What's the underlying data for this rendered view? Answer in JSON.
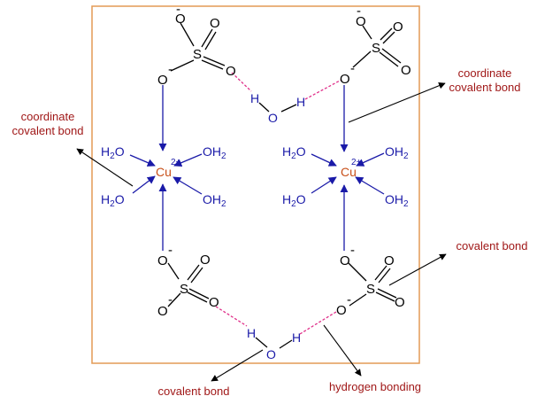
{
  "atoms": {
    "O": "O",
    "S": "S",
    "H": "H",
    "Cu": "Cu",
    "minus": "-",
    "cu_charge": "2+",
    "water_H": "H",
    "water_sub": "2",
    "water_O": "O"
  },
  "labels": {
    "coord_left_1": "coordinate",
    "coord_left_2": "covalent bond",
    "coord_right_1": "coordinate",
    "coord_right_2": "covalent bond",
    "covalent_right": "covalent bond",
    "covalent_bottom": "covalent bond",
    "hydrogen_bonding": "hydrogen bonding"
  },
  "colors": {
    "frame": "#e39a55",
    "bond_blue": "#1a1aa8",
    "hbond_pink": "#e0308a",
    "copper": "#c8501a",
    "label_red": "#a01818"
  }
}
